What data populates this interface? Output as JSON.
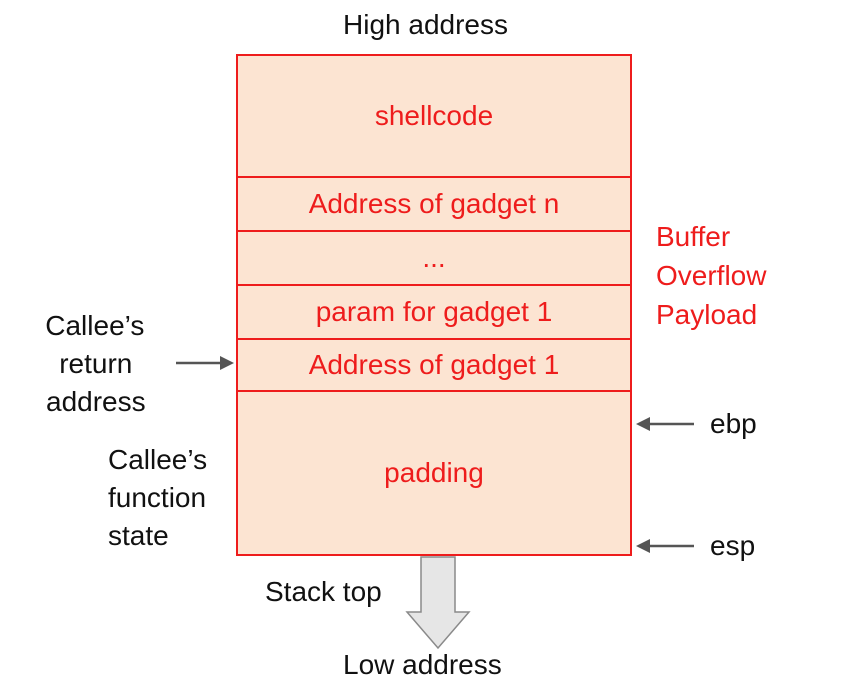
{
  "top_label": "High address",
  "bottom_label": "Low address",
  "stack_top_label": "Stack top",
  "stack": [
    {
      "label": "shellcode"
    },
    {
      "label": "Address of gadget n"
    },
    {
      "label": "..."
    },
    {
      "label": "param for gadget 1"
    },
    {
      "label": "Address of gadget 1"
    },
    {
      "label": "padding"
    }
  ],
  "payload_label": [
    "Buffer",
    "Overflow",
    "Payload"
  ],
  "return_label": [
    "Callee’s",
    "return",
    "address"
  ],
  "state_label": [
    "Callee’s",
    "function",
    "state"
  ],
  "pointers": {
    "ebp": "ebp",
    "esp": "esp"
  },
  "colors": {
    "accent": "#ee1c1c",
    "fill": "#fce4d2",
    "arrow": "#555555"
  }
}
